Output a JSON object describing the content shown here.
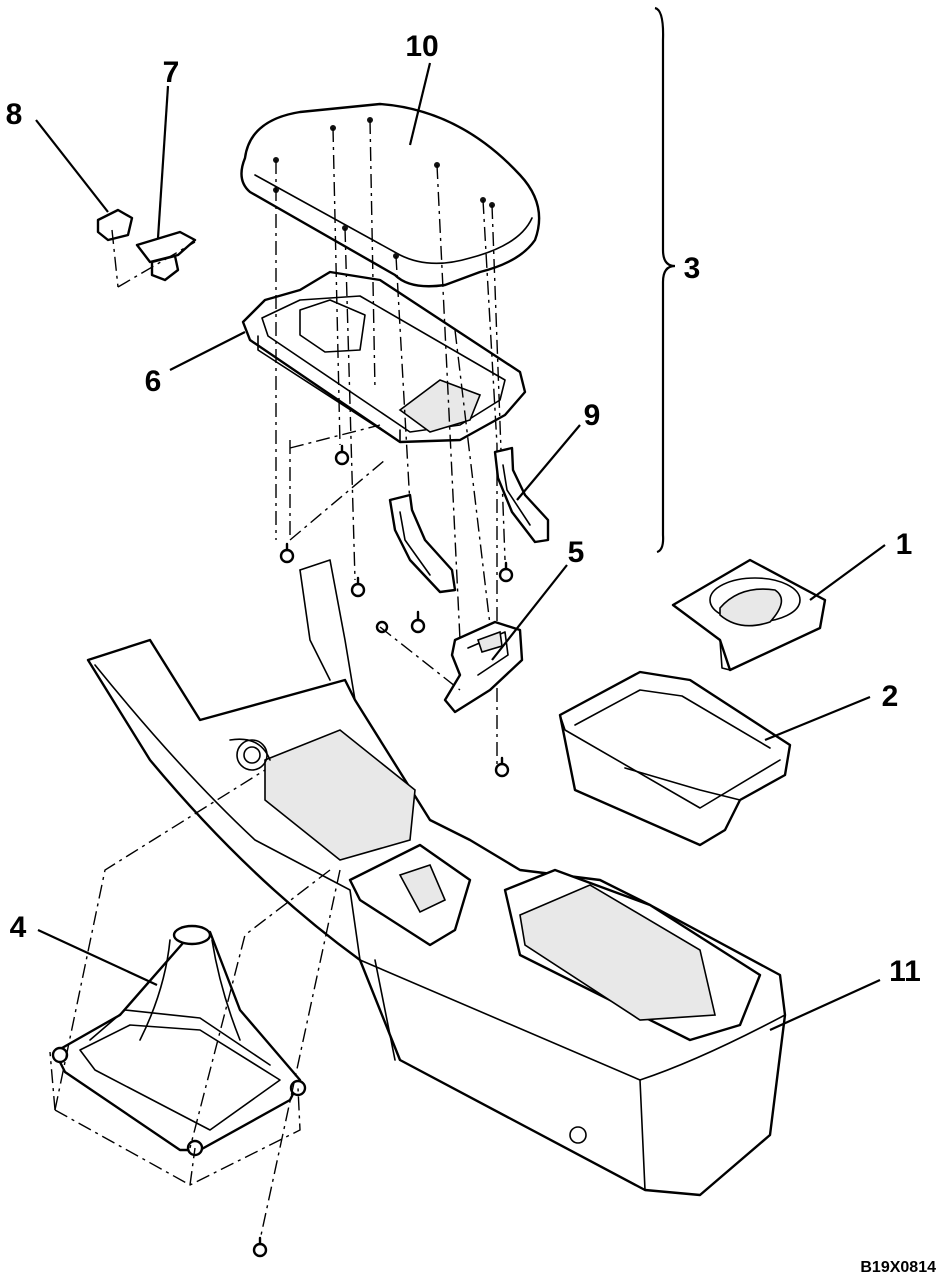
{
  "callouts": [
    {
      "id": "callout-10",
      "label": "10"
    },
    {
      "id": "callout-7",
      "label": "7"
    },
    {
      "id": "callout-8",
      "label": "8"
    },
    {
      "id": "callout-3",
      "label": "3"
    },
    {
      "id": "callout-6",
      "label": "6"
    },
    {
      "id": "callout-9",
      "label": "9"
    },
    {
      "id": "callout-5",
      "label": "5"
    },
    {
      "id": "callout-1",
      "label": "1"
    },
    {
      "id": "callout-2",
      "label": "2"
    },
    {
      "id": "callout-4",
      "label": "4"
    },
    {
      "id": "callout-11",
      "label": "11"
    }
  ],
  "figure_id": "B19X0814"
}
